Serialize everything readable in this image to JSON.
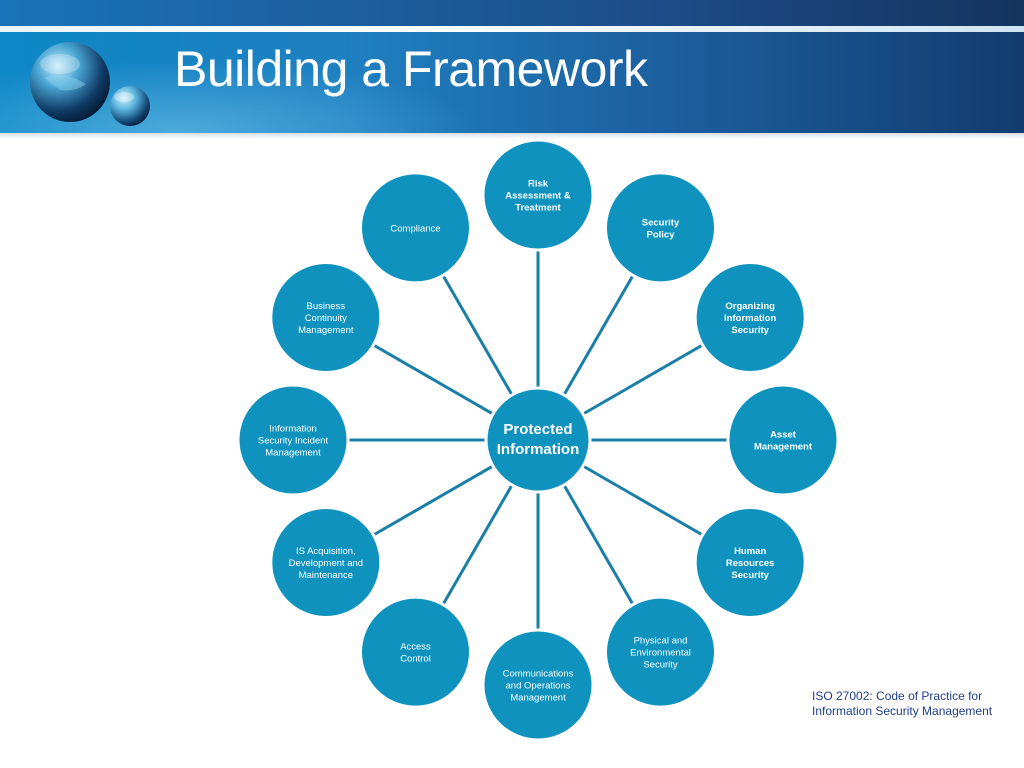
{
  "title": "Building a Framework",
  "colors": {
    "node_fill": "#0f93be",
    "node_stroke": "#ffffff",
    "connector": "#1a7fa6",
    "title_text": "#ffffff",
    "note_text": "#1f3f86"
  },
  "diagram": {
    "type": "radial hub-and-spoke",
    "center": [
      "Protected",
      "Information"
    ],
    "nodes": [
      {
        "id": "risk-assessment",
        "lines": [
          "Risk",
          "Assessment &",
          "Treatment"
        ],
        "bold": true
      },
      {
        "id": "security-policy",
        "lines": [
          "Security",
          "Policy"
        ],
        "bold": true
      },
      {
        "id": "organizing-information-security",
        "lines": [
          "Organizing",
          "Information",
          "Security"
        ],
        "bold": true
      },
      {
        "id": "asset-management",
        "lines": [
          "Asset",
          "Management"
        ],
        "bold": true
      },
      {
        "id": "human-resources-security",
        "lines": [
          "Human",
          "Resources",
          "Security"
        ],
        "bold": true
      },
      {
        "id": "physical-environmental-security",
        "lines": [
          "Physical and",
          "Environmental",
          "Security"
        ],
        "bold": false
      },
      {
        "id": "communications-operations",
        "lines": [
          "Communications",
          "and Operations",
          "Management"
        ],
        "bold": false
      },
      {
        "id": "access-control",
        "lines": [
          "Access",
          "Control"
        ],
        "bold": false
      },
      {
        "id": "is-acquisition",
        "lines": [
          "IS Acquisition,",
          "Development and",
          "Maintenance"
        ],
        "bold": false
      },
      {
        "id": "incident-management",
        "lines": [
          "Information",
          "Security Incident",
          "Management"
        ],
        "bold": false
      },
      {
        "id": "business-continuity",
        "lines": [
          "Business",
          "Continuity",
          "Management"
        ],
        "bold": false
      },
      {
        "id": "compliance",
        "lines": [
          "Compliance"
        ],
        "bold": false
      }
    ]
  },
  "note": "ISO 27002: Code of Practice for Information Security Management"
}
